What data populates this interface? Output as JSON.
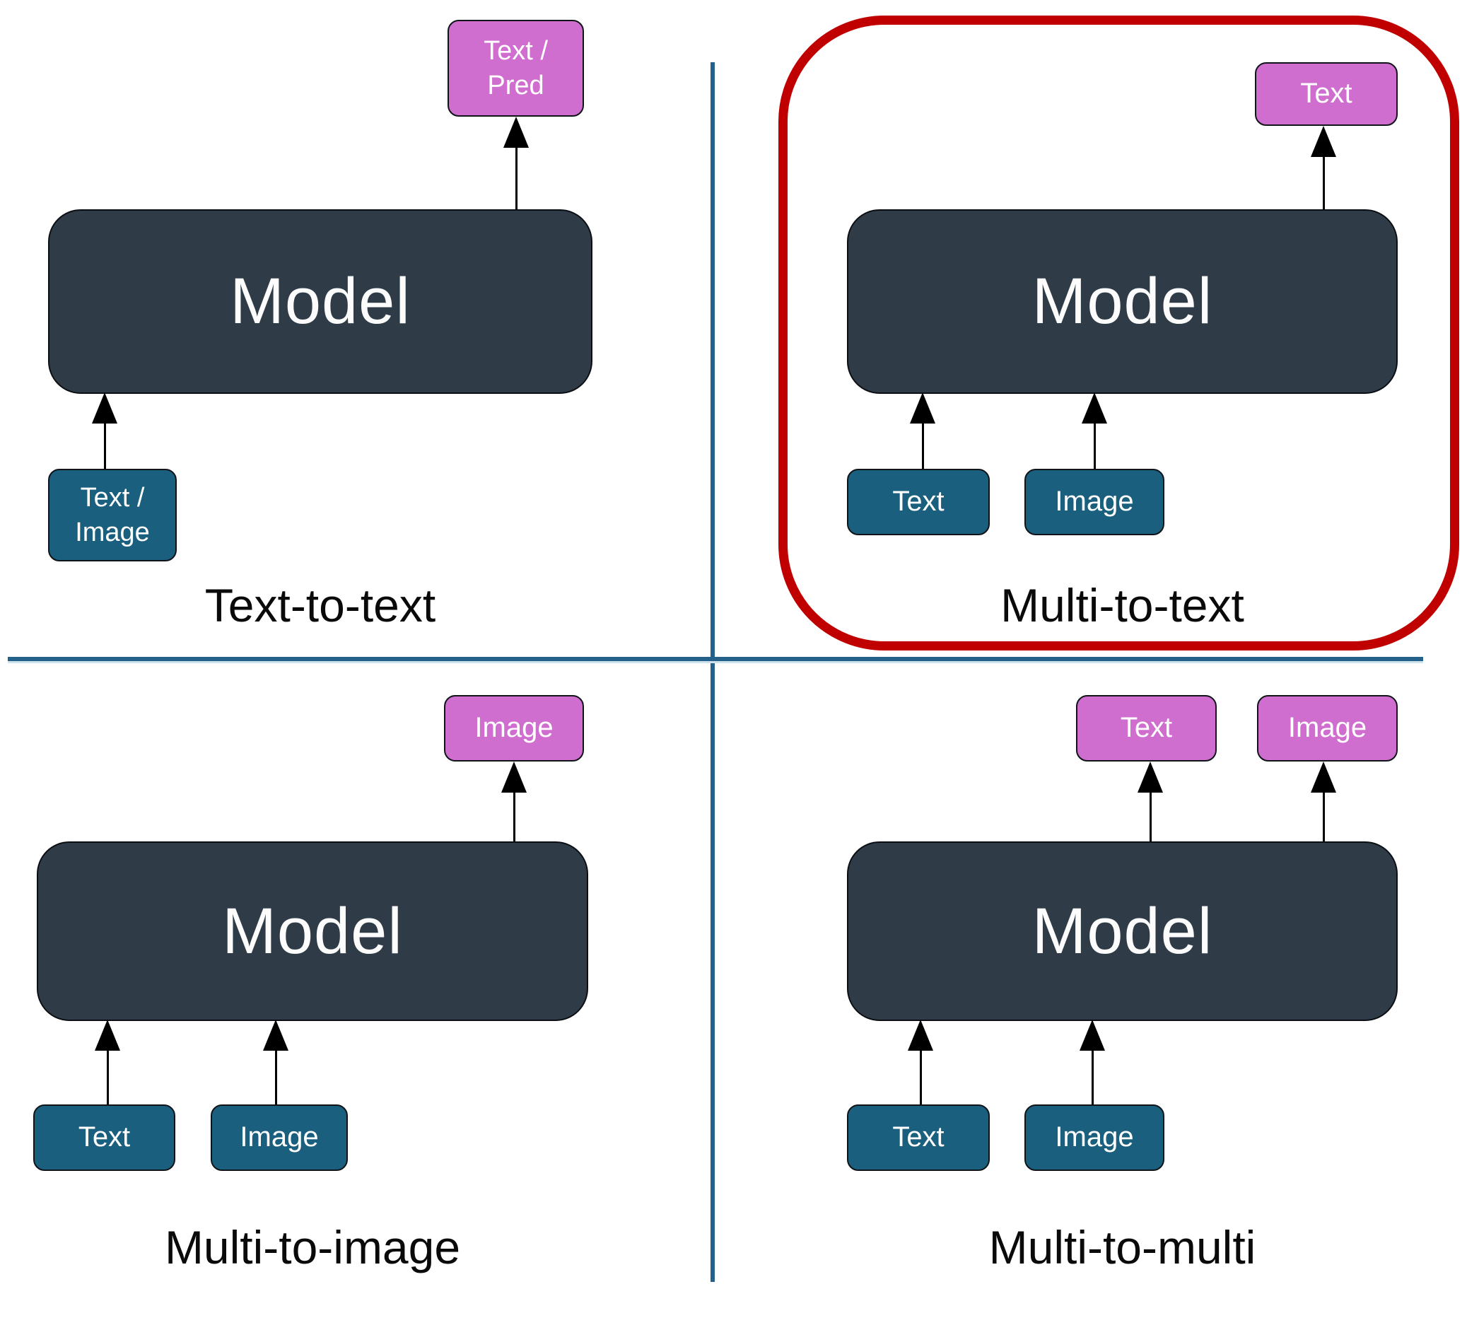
{
  "colors": {
    "model_box": "#2f3c48",
    "input_box": "#1b5f7e",
    "output_box": "#d06ed0",
    "divider_line": "#24618a",
    "highlight_ring": "#c00000",
    "arrow": "#000000",
    "box_text": "#ffffff",
    "label_text": "#0a0a0a"
  },
  "quadrants": [
    {
      "name": "Text-to-text",
      "model": "Model",
      "inputs": [
        {
          "lines": [
            "Text /",
            "Image"
          ]
        }
      ],
      "outputs": [
        {
          "lines": [
            "Text /",
            "Pred"
          ]
        }
      ],
      "highlighted": false
    },
    {
      "name": "Multi-to-text",
      "model": "Model",
      "inputs": [
        {
          "lines": [
            "Text"
          ]
        },
        {
          "lines": [
            "Image"
          ]
        }
      ],
      "outputs": [
        {
          "lines": [
            "Text"
          ]
        }
      ],
      "highlighted": true
    },
    {
      "name": "Multi-to-image",
      "model": "Model",
      "inputs": [
        {
          "lines": [
            "Text"
          ]
        },
        {
          "lines": [
            "Image"
          ]
        }
      ],
      "outputs": [
        {
          "lines": [
            "Image"
          ]
        }
      ],
      "highlighted": false
    },
    {
      "name": "Multi-to-multi",
      "model": "Model",
      "inputs": [
        {
          "lines": [
            "Text"
          ]
        },
        {
          "lines": [
            "Image"
          ]
        }
      ],
      "outputs": [
        {
          "lines": [
            "Text"
          ]
        },
        {
          "lines": [
            "Image"
          ]
        }
      ],
      "highlighted": false
    }
  ]
}
